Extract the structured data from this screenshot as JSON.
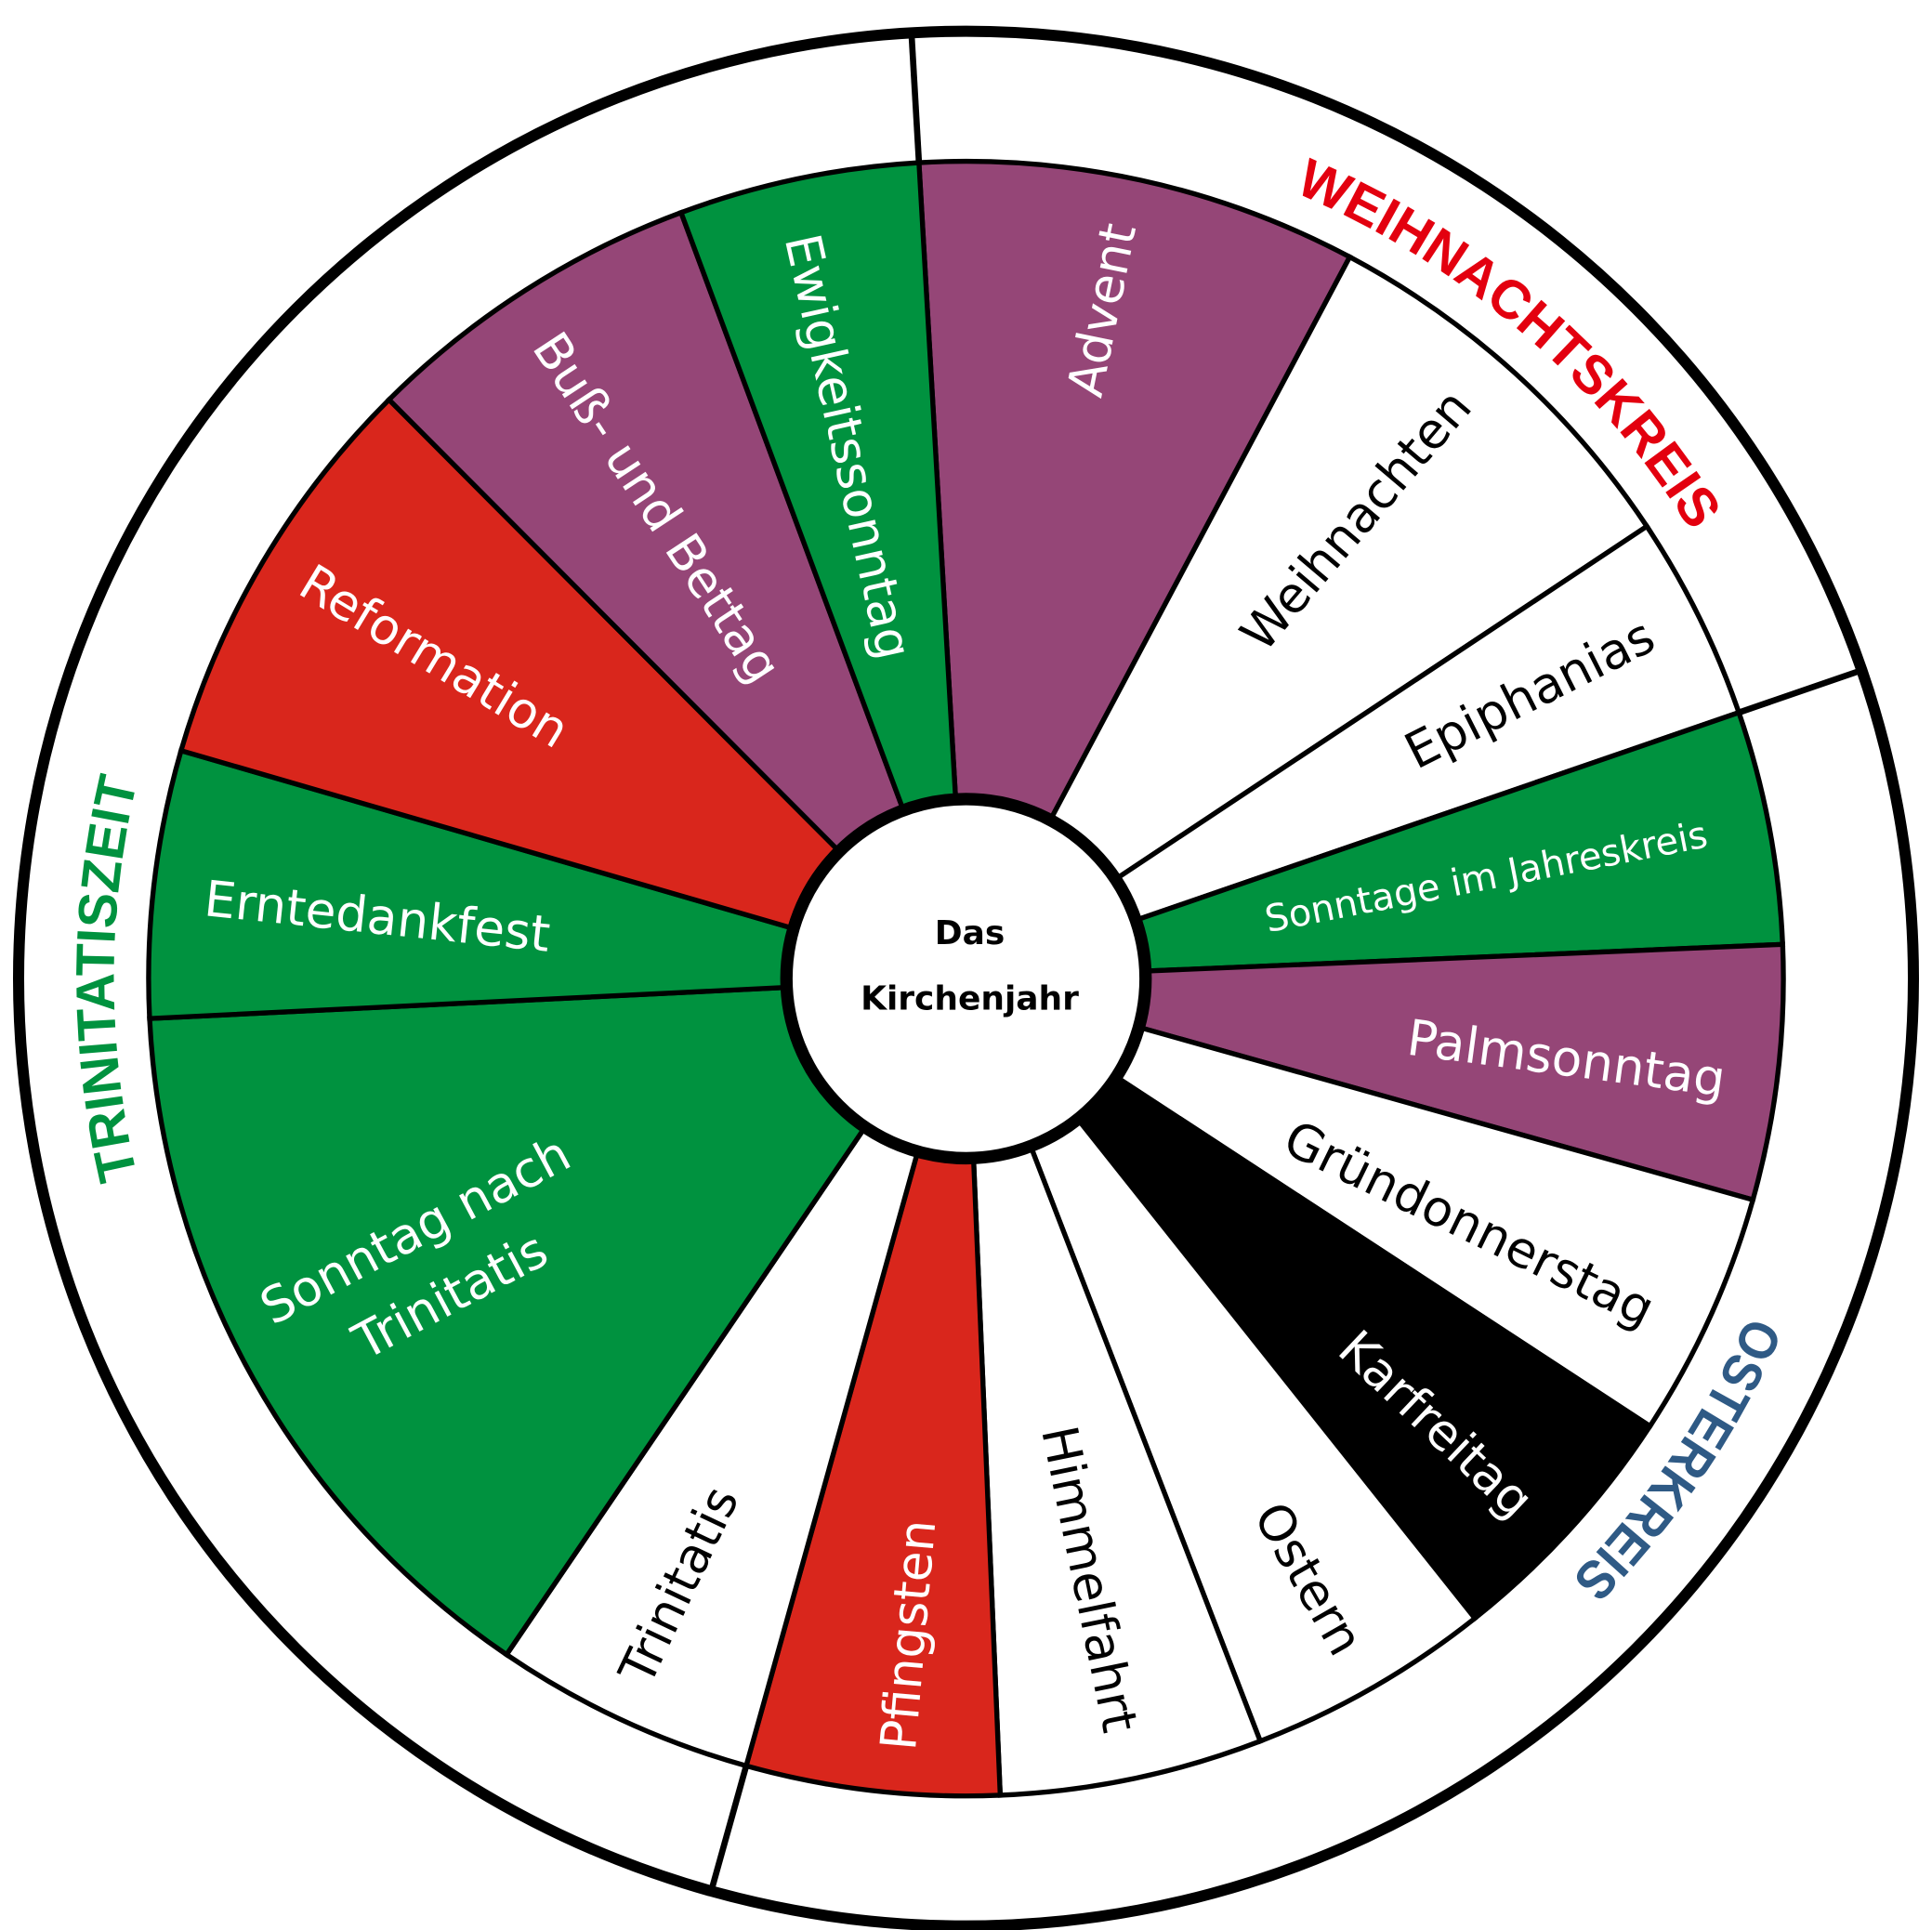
{
  "center": {
    "line1": "Das",
    "line2": "Kirchenjahr"
  },
  "ring_labels": [
    {
      "text": "WEIHNACHTSKREIS",
      "color": "#E3000F"
    },
    {
      "text": "OSTERKREIS",
      "color": "#2F5A85"
    },
    {
      "text": "TRINITATISZEIT",
      "color": "#00923F"
    }
  ],
  "colors": {
    "purple": "#954677",
    "green": "#00923F",
    "red": "#D9261C",
    "black": "#000000",
    "white": "#FFFFFF"
  },
  "segments": [
    {
      "label": "Advent",
      "fill": "#954677",
      "text_color": "#FFFFFF"
    },
    {
      "label": "Weihnachten",
      "fill": "#FFFFFF",
      "text_color": "#000000"
    },
    {
      "label": "Epiphanias",
      "fill": "#FFFFFF",
      "text_color": "#000000"
    },
    {
      "label": "Sonntage im Jahreskreis",
      "fill": "#00923F",
      "text_color": "#FFFFFF"
    },
    {
      "label": "Palmsonntag",
      "fill": "#954677",
      "text_color": "#FFFFFF"
    },
    {
      "label": "Gründonnerstag",
      "fill": "#FFFFFF",
      "text_color": "#000000"
    },
    {
      "label": "Karfreitag",
      "fill": "#000000",
      "text_color": "#FFFFFF"
    },
    {
      "label": "Ostern",
      "fill": "#FFFFFF",
      "text_color": "#000000"
    },
    {
      "label": "Himmelfahrt",
      "fill": "#FFFFFF",
      "text_color": "#000000"
    },
    {
      "label": "Pfingsten",
      "fill": "#D9261C",
      "text_color": "#FFFFFF"
    },
    {
      "label": "Trinitatis",
      "fill": "#FFFFFF",
      "text_color": "#000000"
    },
    {
      "label": "Sonntag nach Trinitatis",
      "lines": [
        "Sonntag nach",
        "Trinitatis"
      ],
      "fill": "#00923F",
      "text_color": "#FFFFFF"
    },
    {
      "label": "Erntedankfest",
      "fill": "#00923F",
      "text_color": "#FFFFFF"
    },
    {
      "label": "Reformation",
      "fill": "#D9261C",
      "text_color": "#FFFFFF"
    },
    {
      "label": "Buß- und Bettag",
      "fill": "#954677",
      "text_color": "#FFFFFF"
    },
    {
      "label": "Ewigkeitssonntag",
      "fill": "#00923F",
      "text_color": "#FFFFFF"
    }
  ]
}
